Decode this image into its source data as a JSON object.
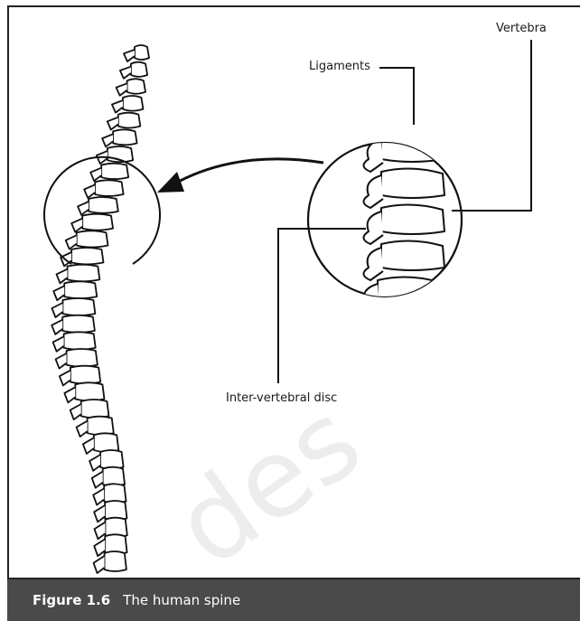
{
  "labels": {
    "vertebra": "Vertebra",
    "ligaments": "Ligaments",
    "disc": "Inter-vertebral disc"
  },
  "caption": {
    "number": "Figure 1.6",
    "title": "The human spine"
  },
  "watermark": "des",
  "colors": {
    "line": "#111111",
    "caption_bg": "#4a4a4a",
    "caption_text": "#ffffff"
  }
}
